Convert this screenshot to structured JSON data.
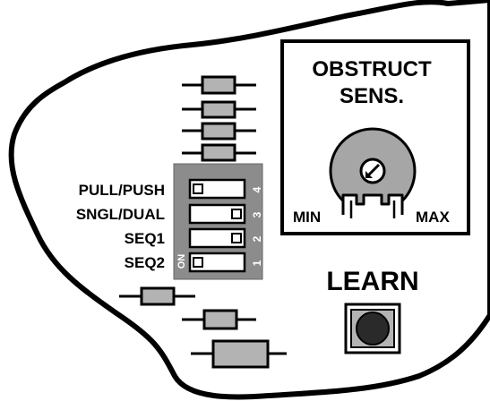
{
  "sensitivity": {
    "title_line1": "OBSTRUCT",
    "title_line2": "SENS.",
    "min_label": "MIN",
    "max_label": "MAX",
    "dial_icon": "potentiometer-arrow-icon"
  },
  "learn": {
    "label": "LEARN",
    "button_icon": "round-push-button-icon"
  },
  "dip_switch": {
    "on_label": "ON",
    "switches": [
      {
        "label": "PULL/PUSH",
        "number": "4",
        "state": "left"
      },
      {
        "label": "SNGL/DUAL",
        "number": "3",
        "state": "right"
      },
      {
        "label": "SEQ1",
        "number": "2",
        "state": "right"
      },
      {
        "label": "SEQ2",
        "number": "1",
        "state": "left"
      }
    ]
  },
  "colors": {
    "board_fill": "#ffffff",
    "outline": "#000000",
    "component_gray": "#b3b3b3",
    "dip_body": "#8c8c8c",
    "knob_gray": "#a6a6a6",
    "button_dark": "#2a2a2a"
  }
}
